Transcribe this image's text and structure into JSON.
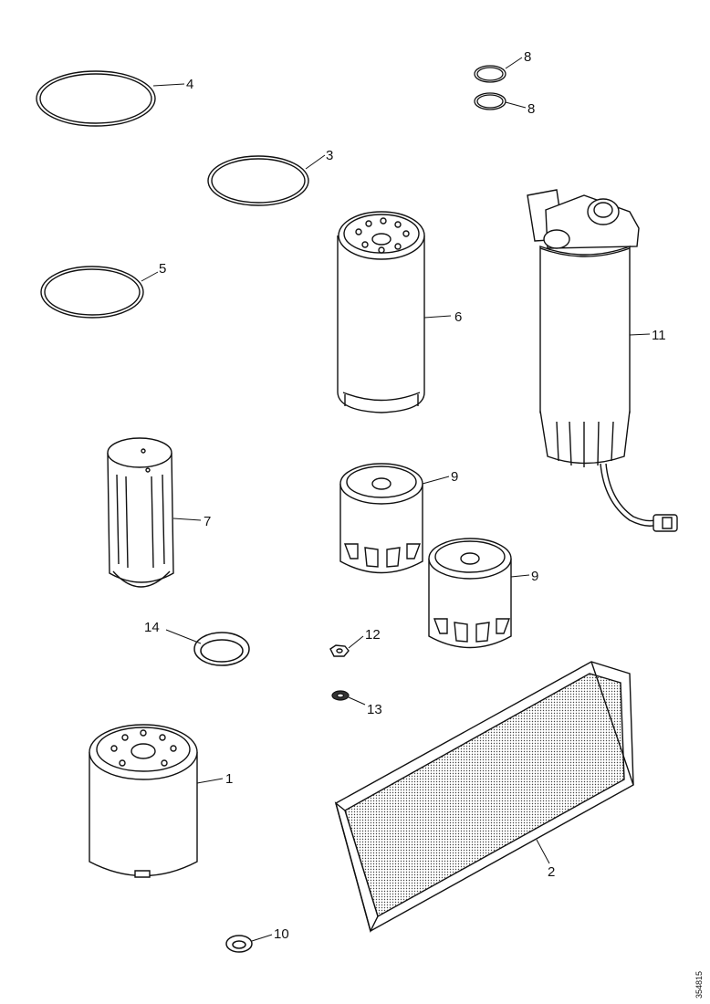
{
  "callouts": [
    {
      "label": "4"
    },
    {
      "label": "3"
    },
    {
      "label": "5"
    },
    {
      "label": "8"
    },
    {
      "label": "8"
    },
    {
      "label": "6"
    },
    {
      "label": "11"
    },
    {
      "label": "7"
    },
    {
      "label": "9"
    },
    {
      "label": "9"
    },
    {
      "label": "14"
    },
    {
      "label": "12"
    },
    {
      "label": "13"
    },
    {
      "label": "1"
    },
    {
      "label": "2"
    },
    {
      "label": "10"
    }
  ],
  "reference_code": "354815",
  "colors": {
    "line": "#111111",
    "paper": "#ffffff",
    "hatch": "#555555"
  }
}
